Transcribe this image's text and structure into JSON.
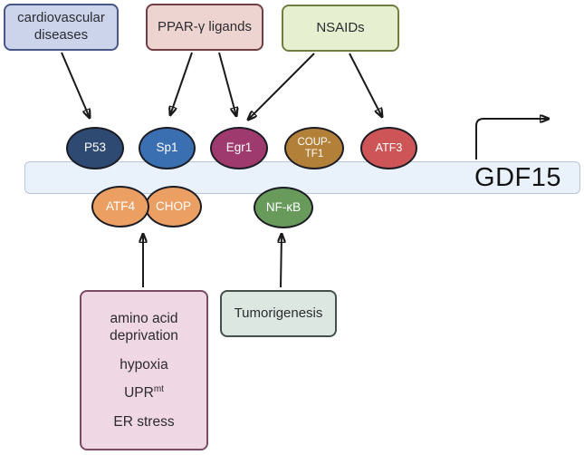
{
  "figure": {
    "gene": {
      "label": "GDF15",
      "bar_fill": "#e9f1fa",
      "bar_border": "#b9c5d9"
    },
    "top_boxes": [
      {
        "label": "cardiovascular diseases",
        "fill": "#ccd4ec",
        "border": "#4a5686"
      },
      {
        "label": "PPAR-γ ligands",
        "fill": "#eed4d1",
        "border": "#6f3f44"
      },
      {
        "label": "NSAIDs",
        "fill": "#e6f0d1",
        "border": "#6f7f3e"
      }
    ],
    "transcription_factors_above": [
      {
        "label": "P53",
        "fill": "#2e4a72"
      },
      {
        "label": "Sp1",
        "fill": "#3a70b2"
      },
      {
        "label": "Egr1",
        "fill": "#9e3a6e"
      },
      {
        "label": "COUP-TF1",
        "fill": "#b28038"
      },
      {
        "label": "ATF3",
        "fill": "#cd5557"
      }
    ],
    "transcription_factors_below": [
      {
        "label": "ATF4",
        "fill": "#eb9f63"
      },
      {
        "label": "CHOP",
        "fill": "#eb9f63"
      },
      {
        "label": "NF-κB",
        "fill": "#679a5b"
      }
    ],
    "bottom_boxes": {
      "stress_box": {
        "fill": "#efd7e4",
        "border": "#7d4a66",
        "line1": "amino acid deprivation",
        "line2": "hypoxia",
        "upr_base": "UPR",
        "upr_sup": "mt",
        "line4": "ER stress"
      },
      "tumor_box": {
        "label": "Tumorigenesis",
        "fill": "#dde7e2",
        "border": "#44504c"
      }
    },
    "arrow_color": "#1a1a1a"
  }
}
